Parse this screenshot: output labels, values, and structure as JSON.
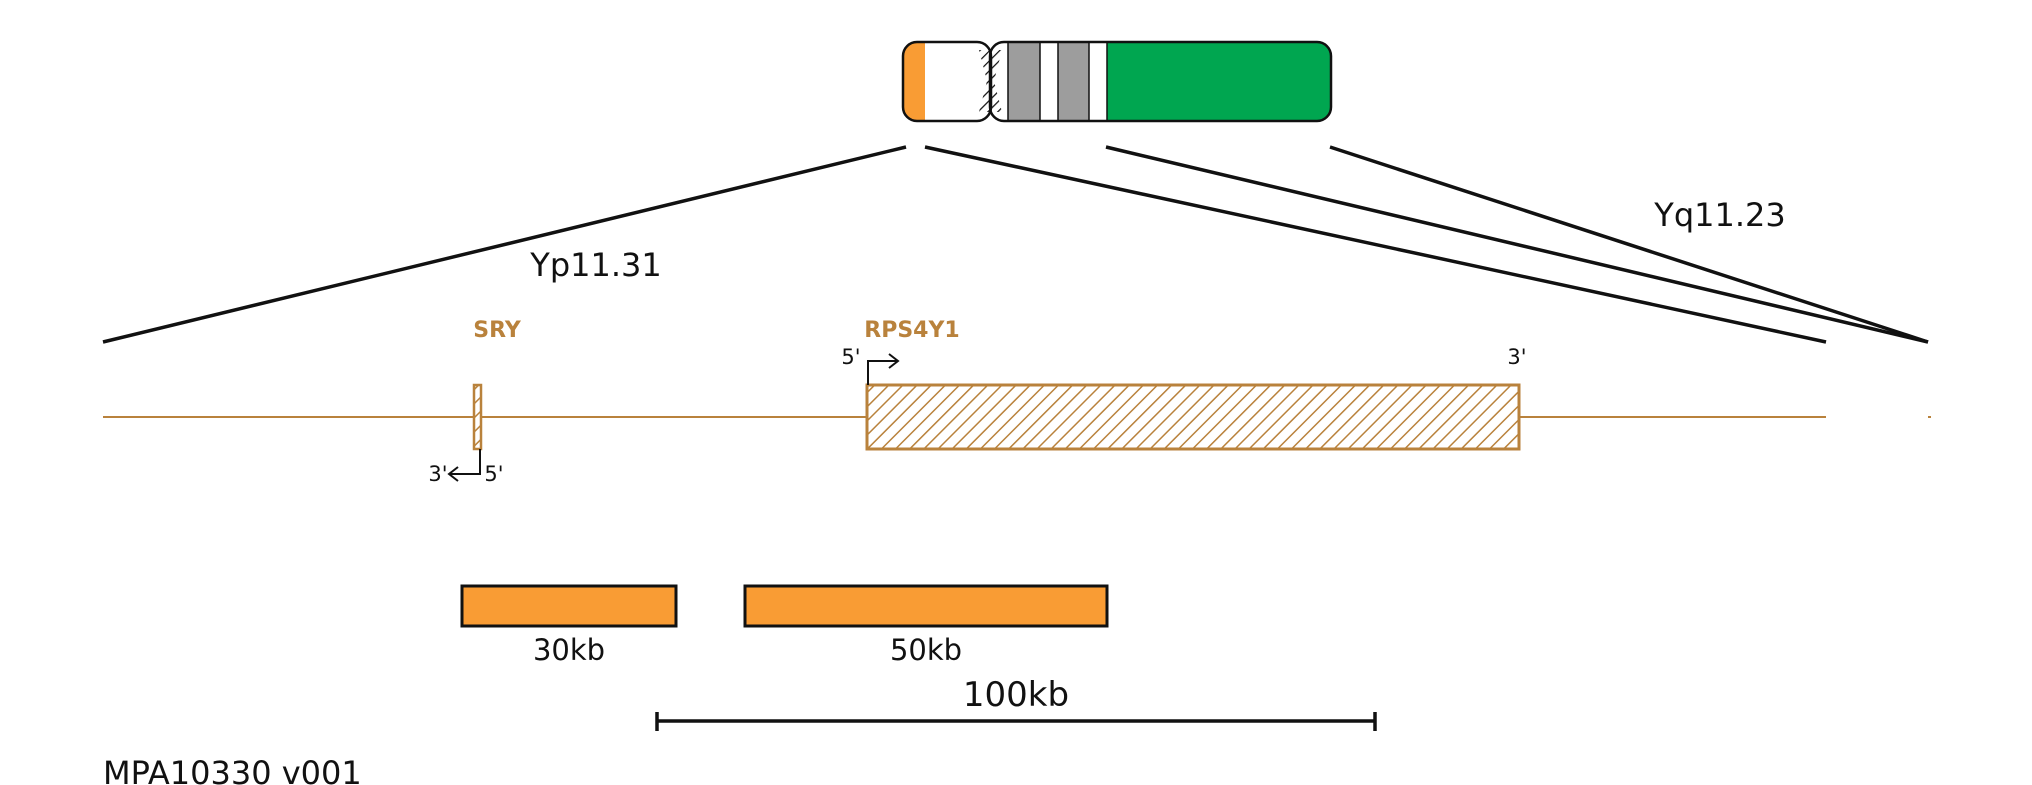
{
  "diagram": {
    "bands": {
      "p_region": "Yp11.31",
      "q_region": "Yq11.23"
    },
    "genes": [
      {
        "symbol": "SRY",
        "strand": "minus",
        "five_prime": "5'",
        "three_prime": "3'"
      },
      {
        "symbol": "RPS4Y1",
        "strand": "plus",
        "five_prime": "5'",
        "three_prime": "3'"
      }
    ],
    "probes": [
      {
        "size_label": "30kb"
      },
      {
        "size_label": "50kb"
      }
    ],
    "scale_bar": {
      "label": "100kb"
    },
    "product_code": "MPA10330 v001",
    "colors": {
      "gene": "#b9823c",
      "probe_fill": "#f99c34",
      "q_arm": "#00a650",
      "p_telomere": "#f99c34",
      "band_grey": "#9d9d9d",
      "outline": "#111111"
    }
  }
}
